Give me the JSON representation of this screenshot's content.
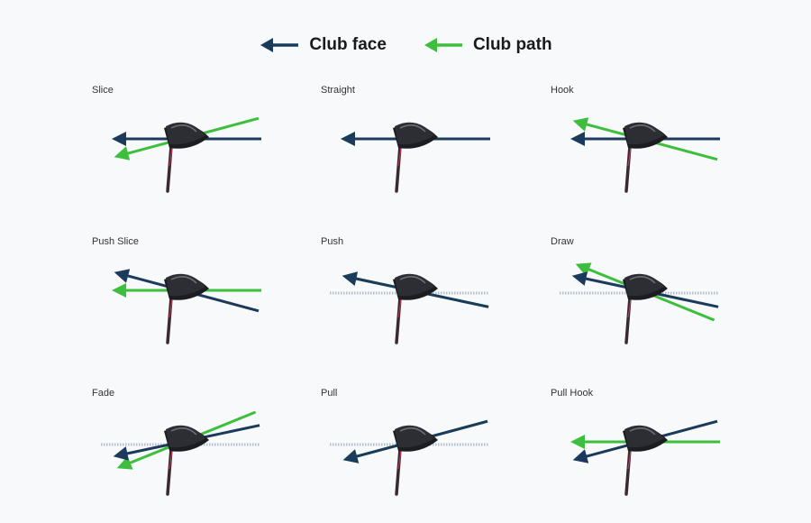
{
  "colors": {
    "club_face": "#1b3a5c",
    "club_path": "#3dbf3d",
    "club_head": "#2c2e33"
  },
  "legend": [
    {
      "key": "face",
      "label": "Club face"
    },
    {
      "key": "path",
      "label": "Club path"
    }
  ],
  "shots": [
    {
      "label": "Slice",
      "face_angle": 0,
      "path_angle": 15,
      "ghost": false
    },
    {
      "label": "Straight",
      "face_angle": 0,
      "path_angle": 0,
      "ghost": false
    },
    {
      "label": "Hook",
      "face_angle": 0,
      "path_angle": -15,
      "ghost": false
    },
    {
      "label": "Push Slice",
      "face_angle": -15,
      "path_angle": 0,
      "ghost": false
    },
    {
      "label": "Push",
      "face_angle": -12,
      "path_angle": -12,
      "ghost": true
    },
    {
      "label": "Draw",
      "face_angle": -12,
      "path_angle": -22,
      "ghost": true
    },
    {
      "label": "Fade",
      "face_angle": 12,
      "path_angle": 22,
      "ghost": true
    },
    {
      "label": "Pull",
      "face_angle": 15,
      "path_angle": 15,
      "ghost": true
    },
    {
      "label": "Pull Hook",
      "face_angle": 15,
      "path_angle": 0,
      "ghost": false
    }
  ]
}
